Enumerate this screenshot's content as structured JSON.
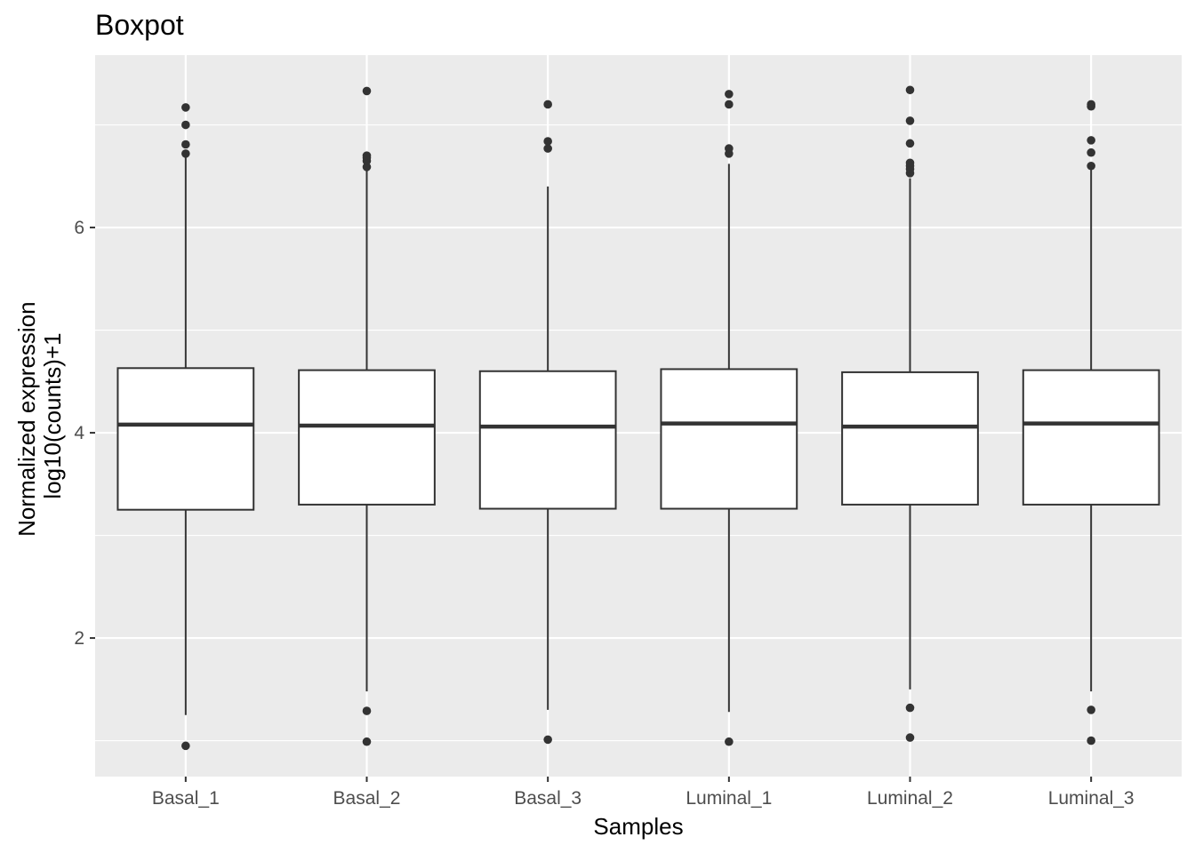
{
  "chart_data": {
    "type": "boxplot",
    "title": "Boxpot",
    "xlabel": "Samples",
    "ylabel": [
      "Normalized expression",
      "log10(counts)+1"
    ],
    "ylim": [
      0.65,
      7.68
    ],
    "yticks": [
      2,
      4,
      6
    ],
    "ytick_labels": [
      "2",
      "4",
      "6"
    ],
    "grid": true,
    "panel_background": "#ebebeb",
    "grid_color": "#ffffff",
    "box_fill": "#ffffff",
    "line_color": "#333333",
    "categories": [
      "Basal_1",
      "Basal_2",
      "Basal_3",
      "Luminal_1",
      "Luminal_2",
      "Luminal_3"
    ],
    "boxes": [
      {
        "name": "Basal_1",
        "whisker_low": 1.25,
        "q1": 3.25,
        "median": 4.08,
        "q3": 4.63,
        "whisker_high": 6.7,
        "outliers": [
          0.95,
          6.72,
          6.81,
          7.0,
          7.17
        ]
      },
      {
        "name": "Basal_2",
        "whisker_low": 1.48,
        "q1": 3.3,
        "median": 4.07,
        "q3": 4.61,
        "whisker_high": 6.57,
        "outliers": [
          0.99,
          1.29,
          6.59,
          6.65,
          6.68,
          6.7,
          7.33
        ]
      },
      {
        "name": "Basal_3",
        "whisker_low": 1.3,
        "q1": 3.26,
        "median": 4.06,
        "q3": 4.6,
        "whisker_high": 6.4,
        "outliers": [
          1.01,
          6.77,
          6.84,
          7.2
        ]
      },
      {
        "name": "Luminal_1",
        "whisker_low": 1.28,
        "q1": 3.26,
        "median": 4.09,
        "q3": 4.62,
        "whisker_high": 6.62,
        "outliers": [
          0.99,
          6.72,
          6.77,
          7.2,
          7.3
        ]
      },
      {
        "name": "Luminal_2",
        "whisker_low": 1.5,
        "q1": 3.3,
        "median": 4.06,
        "q3": 4.59,
        "whisker_high": 6.48,
        "outliers": [
          1.03,
          1.32,
          6.53,
          6.57,
          6.6,
          6.63,
          6.82,
          7.04,
          7.34
        ]
      },
      {
        "name": "Luminal_3",
        "whisker_low": 1.48,
        "q1": 3.3,
        "median": 4.09,
        "q3": 4.61,
        "whisker_high": 6.58,
        "outliers": [
          1.0,
          1.3,
          6.6,
          6.73,
          6.85,
          7.18,
          7.2
        ]
      }
    ]
  }
}
